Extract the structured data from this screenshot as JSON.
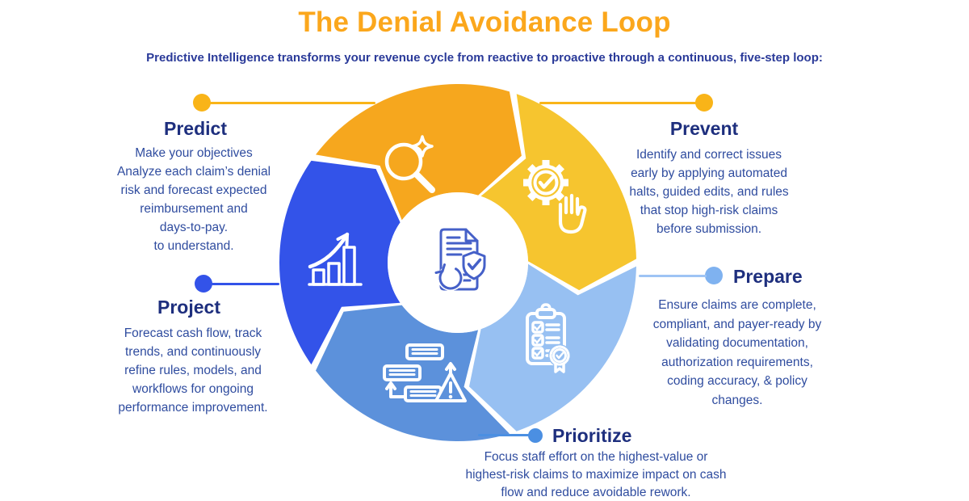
{
  "page": {
    "title": "The Denial Avoidance Loop",
    "subtitle": "Predictive Intelligence transforms your revenue cycle from reactive to proactive through a continuous, five-step loop:"
  },
  "steps": {
    "predict": {
      "label": "Predict",
      "description": "Make your objectives\nAnalyze each claim’s denial\nrisk and forecast expected\nreimbursement and\ndays-to-pay.\nto understand.",
      "accent": "#F9B418",
      "line_color": "#F9B418"
    },
    "prevent": {
      "label": "Prevent",
      "description": "Identify and correct issues\nearly by applying automated\nhalts, guided edits, and rules\nthat stop high-risk claims\nbefore submission.",
      "accent": "#F9B418",
      "line_color": "#F9B418"
    },
    "prepare": {
      "label": "Prepare",
      "description": "Ensure claims are complete,\ncompliant, and payer-ready by\nvalidating documentation,\nauthorization requirements,\ncoding accuracy, & policy\nchanges.",
      "accent": "#7FB2F0",
      "line_color": "#9EC4F4"
    },
    "prioritize": {
      "label": "Prioritize",
      "description": "Focus staff effort on the highest-value or\nhighest-risk claims to maximize impact on cash\nflow and reduce avoidable rework.",
      "accent": "#4B8FE2",
      "line_color": "#4B8FE2"
    },
    "project": {
      "label": "Project",
      "description": "Forecast cash flow, track\ntrends, and continuously\nrefine rules, models, and\nworkflows for ongoing\nperformance improvement.",
      "accent": "#3353E9",
      "line_color": "#3353E9"
    }
  },
  "diagram": {
    "segments": [
      {
        "key": "predict",
        "color": "#F6A71E",
        "icon": "magnifier-sparkle-icon"
      },
      {
        "key": "prevent",
        "color": "#F6C52F",
        "icon": "gear-check-hand-icon"
      },
      {
        "key": "prepare",
        "color": "#97C0F2",
        "icon": "clipboard-checklist-award-icon"
      },
      {
        "key": "prioritize",
        "color": "#5C91DB",
        "icon": "flowchart-warning-icon"
      },
      {
        "key": "project",
        "color": "#3353E9",
        "icon": "bar-chart-growth-icon"
      }
    ],
    "center_icon": "document-shield-refresh-icon",
    "center_icon_color": "#4560C8"
  }
}
